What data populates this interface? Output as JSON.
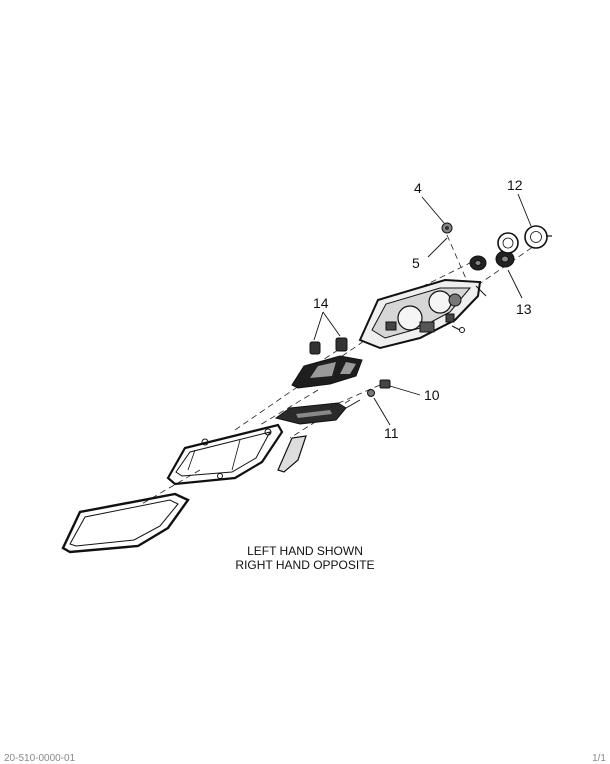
{
  "callouts": [
    {
      "id": "4",
      "label": "4"
    },
    {
      "id": "5",
      "label": "5"
    },
    {
      "id": "10",
      "label": "10"
    },
    {
      "id": "11",
      "label": "11"
    },
    {
      "id": "12",
      "label": "12"
    },
    {
      "id": "13",
      "label": "13"
    },
    {
      "id": "14",
      "label": "14"
    }
  ],
  "caption": {
    "line1": "LEFT HAND SHOWN",
    "line2": "RIGHT HAND OPPOSITE"
  },
  "footer": {
    "left": "20-510-0000-01",
    "right": "1/1"
  }
}
